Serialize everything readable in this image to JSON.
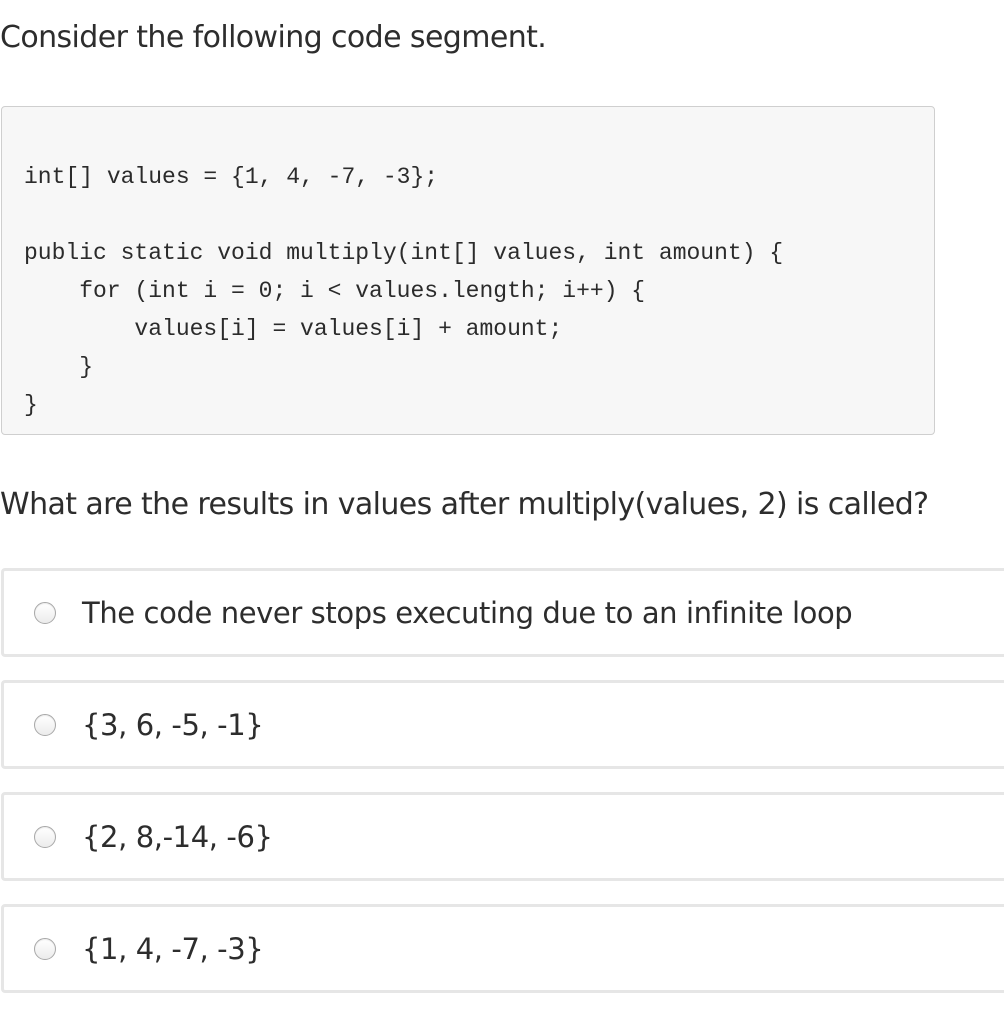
{
  "question": {
    "intro": "Consider the following code segment.",
    "code_lines": [
      "int[] values = {1, 4, -7, -3};",
      "",
      "public static void multiply(int[] values, int amount) {",
      "    for (int i = 0; i < values.length; i++) {",
      "        values[i] = values[i] + amount;",
      "    }",
      "}"
    ],
    "prompt": "What are the results in values after multiply(values, 2) is called?"
  },
  "options": [
    {
      "label": "The code never stops executing due to an infinite loop",
      "selected": false
    },
    {
      "label": "{3, 6, -5, -1}",
      "selected": false
    },
    {
      "label": "{2, 8,-14, -6}",
      "selected": false
    },
    {
      "label": "{1, 4, -7, -3}",
      "selected": false
    }
  ]
}
